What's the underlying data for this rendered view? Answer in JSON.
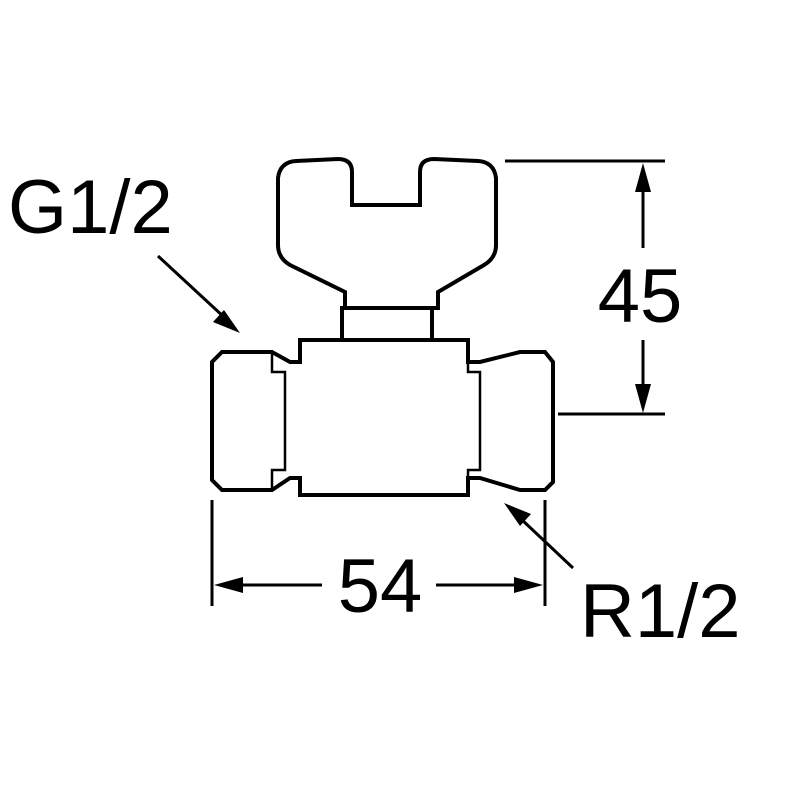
{
  "dimensions": {
    "width_label": "54",
    "height_label": "45"
  },
  "thread_callouts": {
    "inlet": "G1/2",
    "outlet": "R1/2"
  },
  "colors": {
    "stroke": "#000000",
    "background": "#ffffff"
  }
}
